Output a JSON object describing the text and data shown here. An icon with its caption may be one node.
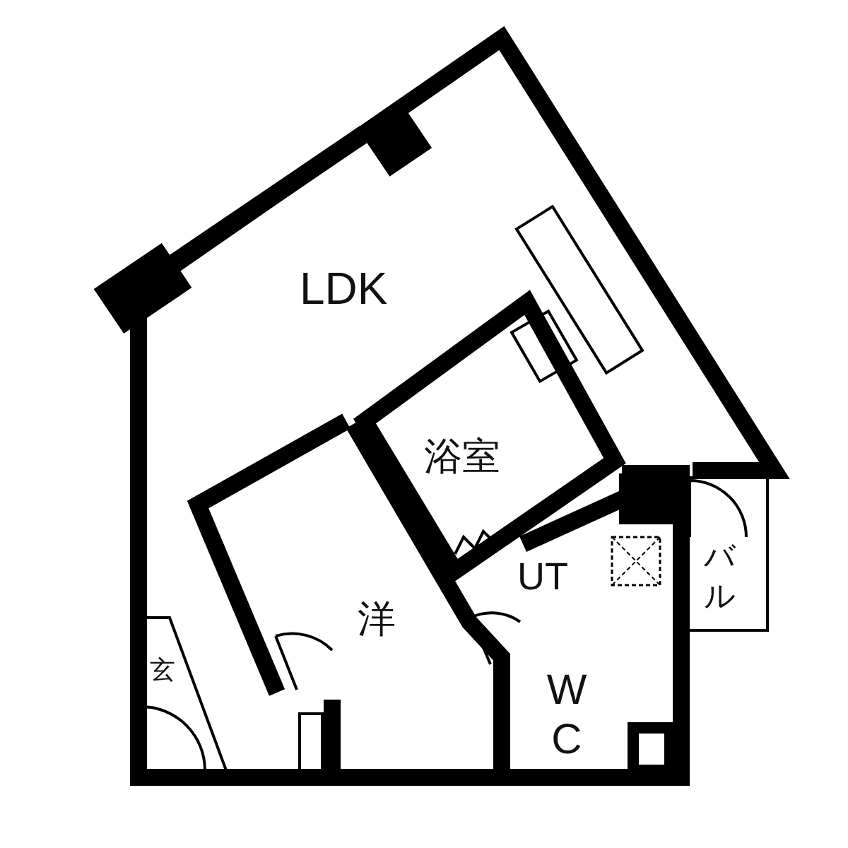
{
  "diagram": {
    "labels": [
      "LDK",
      "浴室",
      "洋",
      "UT",
      "バル",
      "玄",
      "W C"
    ]
  }
}
